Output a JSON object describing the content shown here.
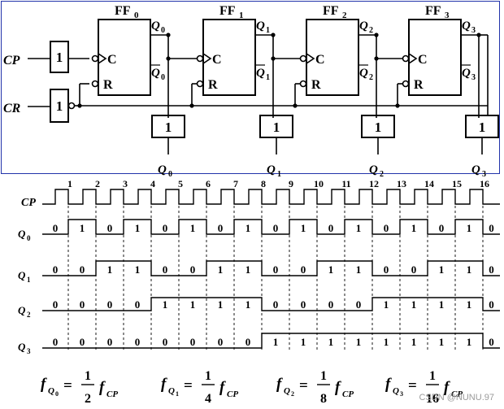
{
  "circuit": {
    "ff_names": [
      "FF",
      "FF",
      "FF",
      "FF"
    ],
    "ff_subs": [
      "0",
      "1",
      "2",
      "3"
    ],
    "pin_c": "C",
    "pin_r": "R",
    "q_letter": "Q",
    "buffer_label": "1",
    "cp_label": "CP",
    "cr_label": "CR"
  },
  "timing": {
    "pulse_numbers": [
      "1",
      "2",
      "3",
      "4",
      "5",
      "6",
      "7",
      "8",
      "9",
      "10",
      "11",
      "12",
      "13",
      "14",
      "15",
      "16"
    ],
    "cp_label": "CP",
    "q_letter": "Q",
    "q_subs": [
      "0",
      "1",
      "2",
      "3"
    ],
    "q0_values": [
      "0",
      "1",
      "0",
      "1",
      "0",
      "1",
      "0",
      "1",
      "0",
      "1",
      "0",
      "1",
      "0",
      "1",
      "0",
      "1",
      "0"
    ],
    "q1_values": [
      "0",
      "0",
      "1",
      "1",
      "0",
      "0",
      "1",
      "1",
      "0",
      "0",
      "1",
      "1",
      "0",
      "0",
      "1",
      "1",
      "0"
    ],
    "q2_values": [
      "0",
      "0",
      "0",
      "0",
      "1",
      "1",
      "1",
      "1",
      "0",
      "0",
      "0",
      "0",
      "1",
      "1",
      "1",
      "1",
      "0"
    ],
    "q3_values": [
      "0",
      "0",
      "0",
      "0",
      "0",
      "0",
      "0",
      "0",
      "1",
      "1",
      "1",
      "1",
      "1",
      "1",
      "1",
      "1",
      "0"
    ]
  },
  "formulas": [
    {
      "f": "f",
      "sub": "Q",
      "subsub": "0",
      "eq": "=",
      "num": "1",
      "den": "2",
      "f2": "f",
      "cp": "CP"
    },
    {
      "f": "f",
      "sub": "Q",
      "subsub": "1",
      "eq": "=",
      "num": "1",
      "den": "4",
      "f2": "f",
      "cp": "CP"
    },
    {
      "f": "f",
      "sub": "Q",
      "subsub": "2",
      "eq": "=",
      "num": "1",
      "den": "8",
      "f2": "f",
      "cp": "CP"
    },
    {
      "f": "f",
      "sub": "Q",
      "subsub": "3",
      "eq": "=",
      "num": "1",
      "den": "16",
      "f2": "f",
      "cp": "CP"
    }
  ],
  "watermark": "CSDN @NUNU.97"
}
